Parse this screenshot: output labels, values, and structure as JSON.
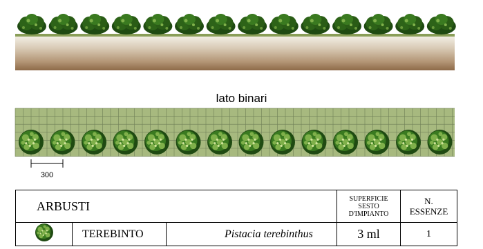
{
  "elevation": {
    "tree_count": 14,
    "icon": "shrub-elevation-icon"
  },
  "section_label": "lato binari",
  "plan": {
    "shrub_count": 14,
    "icon": "shrub-plan-icon"
  },
  "dimension": {
    "label": "300"
  },
  "table": {
    "category": "ARBUSTI",
    "header_sesto": [
      "SUPERFICIE",
      "SESTO",
      "D'IMPIANTO"
    ],
    "header_n": [
      "N.",
      "ESSENZE"
    ],
    "row": {
      "icon": "shrub-plan-icon",
      "common_name": "TEREBINTO",
      "latin_name": "Pistacia terebinthus",
      "sesto": "3 ml",
      "count": "1"
    }
  },
  "colors": {
    "ground_top": "#8a9e58",
    "ground_earth": "#a0856a",
    "grid_bg": "#a7b97f",
    "grid_line": "#6f7f57",
    "foliage_dark": "#1f4a12",
    "foliage_light": "#7fb04a"
  }
}
